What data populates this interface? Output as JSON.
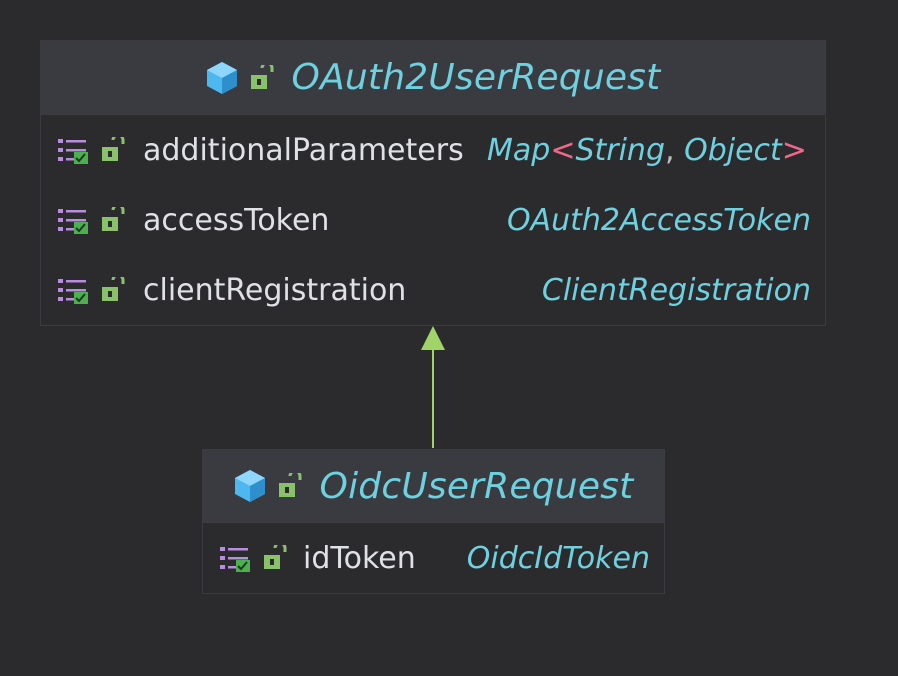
{
  "diagram": {
    "parent_class": {
      "name": "OAuth2UserRequest",
      "fields": [
        {
          "name": "additionalParameters",
          "type_parts": {
            "base": "Map",
            "open": "<",
            "arg1": "String",
            "comma": ",",
            "arg2": "Object",
            "close": ">"
          }
        },
        {
          "name": "accessToken",
          "type": "OAuth2AccessToken"
        },
        {
          "name": "clientRegistration",
          "type": "ClientRegistration"
        }
      ]
    },
    "child_class": {
      "name": "OidcUserRequest",
      "fields": [
        {
          "name": "idToken",
          "type": "OidcIdToken"
        }
      ]
    },
    "relationship": "inheritance"
  },
  "icons": {
    "class": "class-icon",
    "visibility": "public-lock-icon",
    "field": "field-icon"
  },
  "colors": {
    "background": "#2b2b2d",
    "header": "#393b40",
    "class_name": "#6fd1e0",
    "field_name": "#dfe1e5",
    "type": "#6fd1e0",
    "generic_bracket": "#f0688c",
    "arrow": "#a0d468",
    "class_icon": "#4db8f0",
    "lock_icon": "#8ac26b",
    "field_icon_purple": "#b98ce0"
  }
}
